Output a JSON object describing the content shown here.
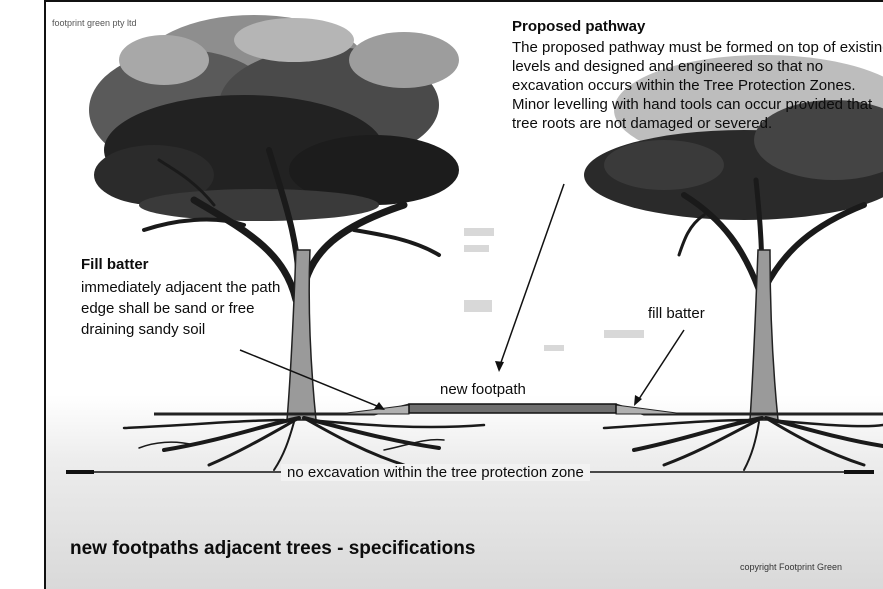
{
  "company": "footprint green pty ltd",
  "proposed": {
    "title": "Proposed pathway",
    "body": "The proposed pathway must be formed on top of existing levels and designed and engineered so that no excavation occurs within the Tree Protection Zones. Minor levelling with hand tools can occur provided that tree roots are not damaged or severed."
  },
  "fill_batter_left": {
    "title": "Fill batter",
    "body": "immediately adjacent the path edge shall be sand or free draining sandy soil"
  },
  "fill_batter_right": "fill batter",
  "new_footpath": "new footpath",
  "no_excavation": "no excavation within the tree protection zone",
  "footer_title": "new footpaths adjacent trees - specifications",
  "copyright": "copyright Footprint Green",
  "colors": {
    "canopy_dark": "#1e1e1e",
    "canopy_light": "#8a8a8a",
    "trunk": "#9a9a9a",
    "ground": "#e6e6e6",
    "path": "#6e6e6e"
  }
}
